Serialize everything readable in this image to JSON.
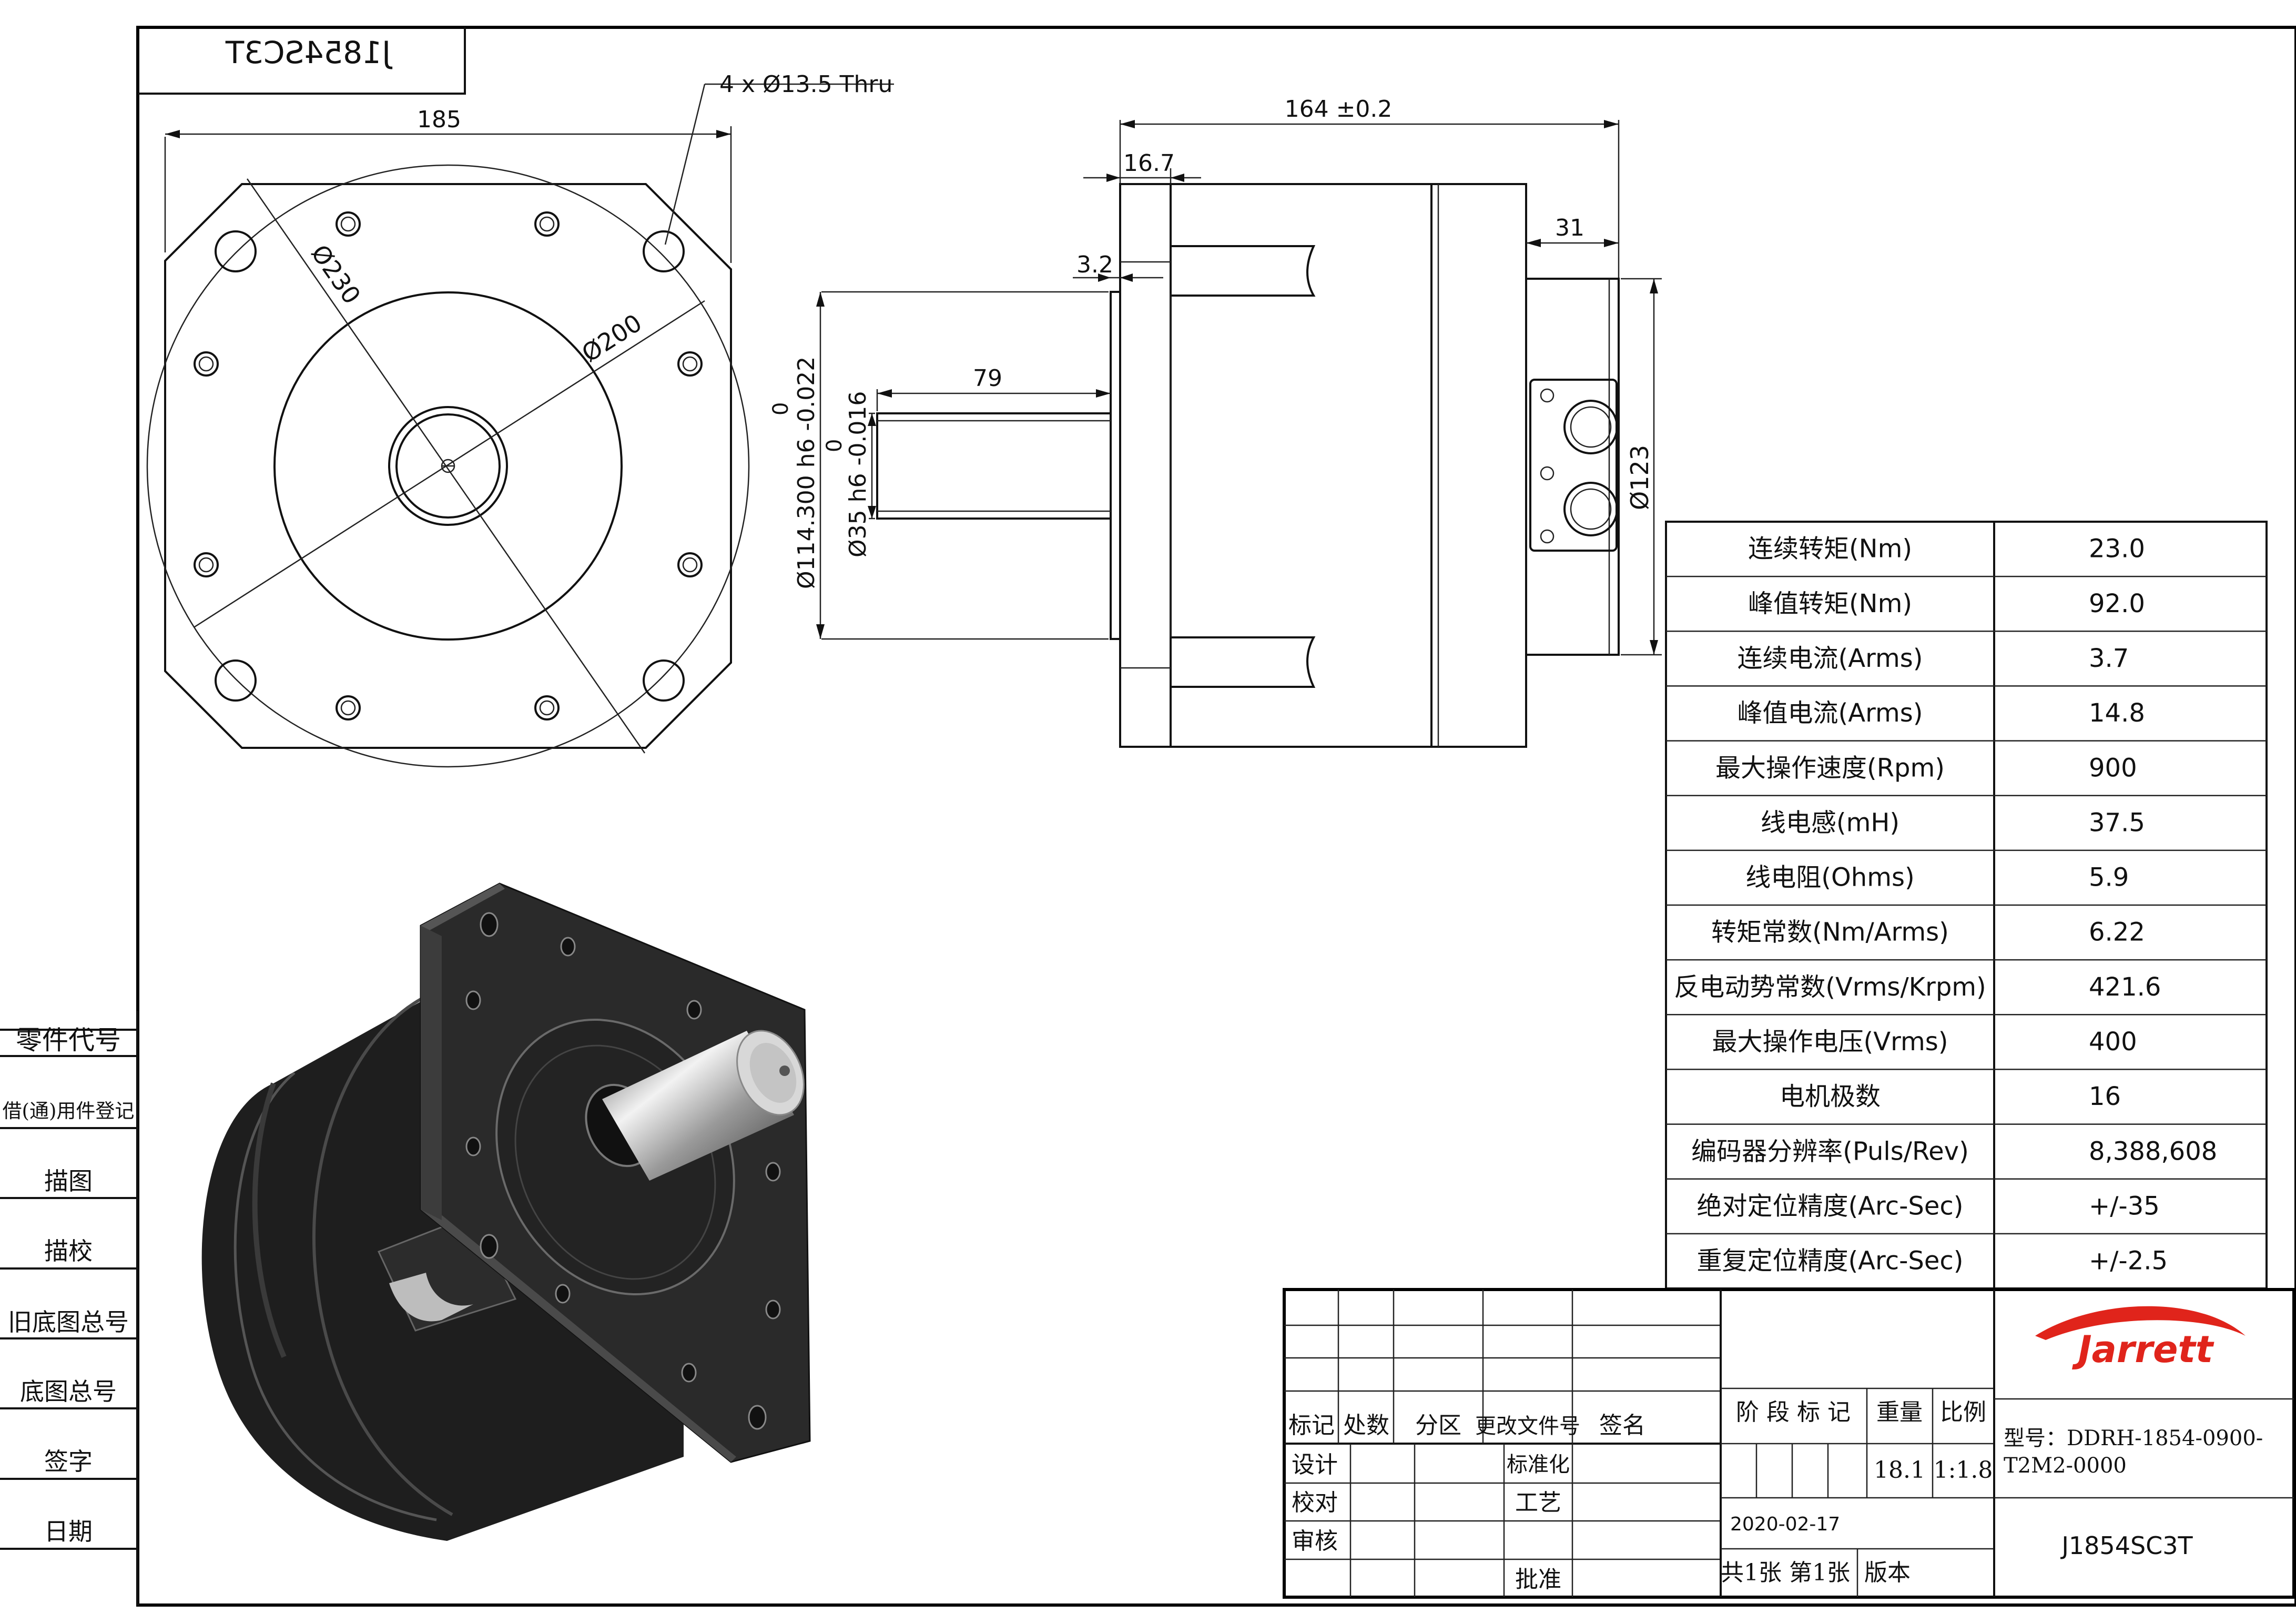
{
  "frame": {
    "model_tag": "J1854SC3T"
  },
  "front_view": {
    "hole_note": "4 x Ø13.5 Thru",
    "dim_width": "185",
    "dim_dia_230": "Ø230",
    "dim_dia_200": "Ø200"
  },
  "side_view": {
    "dim_length": "164 ±0.2",
    "dim_flange": "16.7",
    "dim_rear": "31",
    "dim_step": "3.2",
    "dim_shaft_len": "79",
    "tol_pilot_upper": "0",
    "tol_pilot": "Ø114.300 h6 -0.022",
    "tol_shaft_upper": "0",
    "tol_shaft": "Ø35 h6 -0.016",
    "dim_dia_123": "Ø123"
  },
  "specs": [
    {
      "label": "连续转矩(Nm)",
      "value": "23.0"
    },
    {
      "label": "峰值转矩(Nm)",
      "value": "92.0"
    },
    {
      "label": "连续电流(Arms)",
      "value": "3.7"
    },
    {
      "label": "峰值电流(Arms)",
      "value": "14.8"
    },
    {
      "label": "最大操作速度(Rpm)",
      "value": "900"
    },
    {
      "label": "线电感(mH)",
      "value": "37.5"
    },
    {
      "label": "线电阻(Ohms)",
      "value": "5.9"
    },
    {
      "label": "转矩常数(Nm/Arms)",
      "value": "6.22"
    },
    {
      "label": "反电动势常数(Vrms/Krpm)",
      "value": "421.6"
    },
    {
      "label": "最大操作电压(Vrms)",
      "value": "400"
    },
    {
      "label": "电机极数",
      "value": "16"
    },
    {
      "label": "编码器分辨率(Puls/Rev)",
      "value": "8,388,608"
    },
    {
      "label": "绝对定位精度(Arc-Sec)",
      "value": "+/-35"
    },
    {
      "label": "重复定位精度(Arc-Sec)",
      "value": "+/-2.5"
    }
  ],
  "left_strip": [
    "零件代号",
    "借(通)用件登记",
    "描图",
    "描校",
    "旧底图总号",
    "底图总号",
    "签字",
    "日期"
  ],
  "title_block": {
    "rev_headers": [
      "标记",
      "处数",
      "分区",
      "更改文件号",
      "签名"
    ],
    "sign_rows": [
      "设计",
      "校对",
      "审核"
    ],
    "std": "标准化",
    "craft": "工艺",
    "approve": "批准",
    "stage_label": "阶 段 标 记",
    "weight_label": "重量",
    "scale_label": "比例",
    "weight": "18.1",
    "scale": "1:1.8",
    "date": "2020-02-17",
    "sheets": "共1张 第1张",
    "version": "版本",
    "brand": "Jarrett",
    "model_line1": "型号：DDRH-1854-0900-",
    "model_line2": "T2M2-0000",
    "drawing_no": "J1854SC3T"
  },
  "colors": {
    "brand_red": "#e0241b"
  }
}
